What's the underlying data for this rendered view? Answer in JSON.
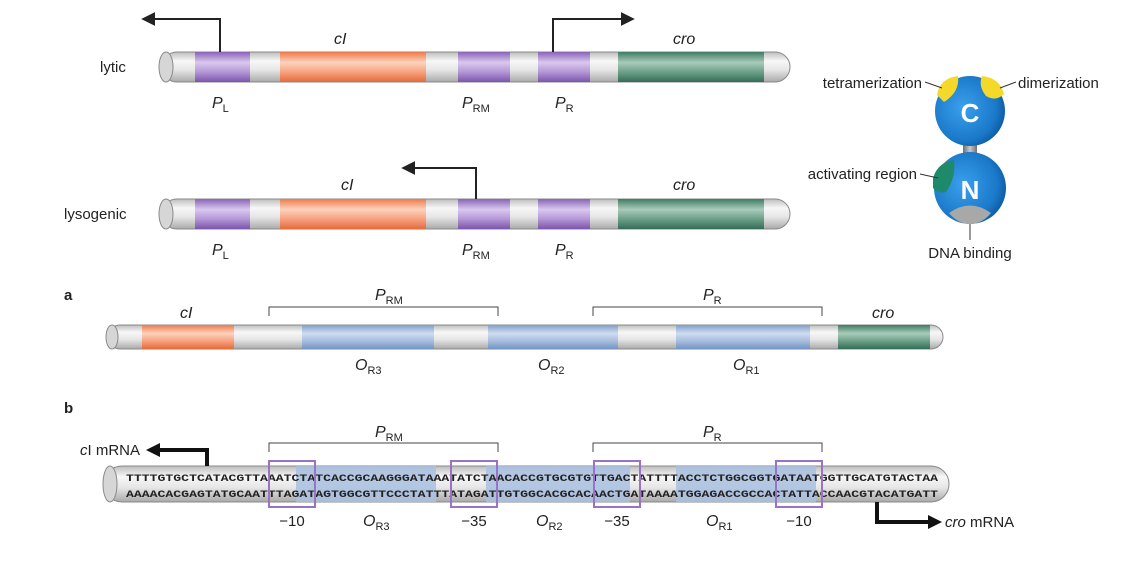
{
  "colors": {
    "promoter": "#9b7bc4",
    "cI_gene": "#f39266",
    "cro_gene": "#4f8c73",
    "operator": "#8fb0d8",
    "dna_tube": "#e8e8e8",
    "protein": "#1e7fd0",
    "domain_yellow": "#f5d92a",
    "domain_green": "#1e8a6a",
    "box": "#9a72c6"
  },
  "top_diagram": {
    "lytic": {
      "state_label": "lytic",
      "gene_cI": "cI",
      "gene_cro": "cro",
      "promoters": [
        {
          "P": "P",
          "sub": "L"
        },
        {
          "P": "P",
          "sub": "RM"
        },
        {
          "P": "P",
          "sub": "R"
        }
      ]
    },
    "lysogenic": {
      "state_label": "lysogenic",
      "gene_cI": "cI",
      "gene_cro": "cro",
      "promoters": [
        {
          "P": "P",
          "sub": "L"
        },
        {
          "P": "P",
          "sub": "RM"
        },
        {
          "P": "P",
          "sub": "R"
        }
      ]
    }
  },
  "repressor": {
    "c_domain": "C",
    "n_domain": "N",
    "labels": {
      "tetramerization": "tetramerization",
      "dimerization": "dimerization",
      "activating_region": "activating region",
      "dna_binding": "DNA binding"
    }
  },
  "panel_a": {
    "label": "a",
    "gene_cI": "cI",
    "gene_cro": "cro",
    "brackets": [
      {
        "P": "P",
        "sub": "RM"
      },
      {
        "P": "P",
        "sub": "R"
      }
    ],
    "operators": [
      {
        "O": "O",
        "sub": "R3"
      },
      {
        "O": "O",
        "sub": "R2"
      },
      {
        "O": "O",
        "sub": "R1"
      }
    ]
  },
  "panel_b": {
    "label": "b",
    "left_transcript": {
      "italic": "c",
      "text": "I mRNA"
    },
    "right_transcript": {
      "italic": "cro",
      "text": " mRNA"
    },
    "brackets": [
      {
        "P": "P",
        "sub": "RM"
      },
      {
        "P": "P",
        "sub": "R"
      }
    ],
    "top_strand": "TTTTGTGCTCATACGTTAAATCTATCACCGCAAGGGATAAATATCTAACACCGTGCGTGTTGACTATTTTACCTCTGGCGGTGATAATGGTTGCATGTACTAA",
    "bottom_strand": "AAAACACGAGTATGCAATTTAGATAGTGGCGTTCCCTATTTATAGATTGTGGCACGCACAACTGATAAAATGGAGACCGCCACTATTACCAACGTACATGATT",
    "box_labels": [
      "−10",
      "−35",
      "−35",
      "−10"
    ],
    "operators": [
      {
        "O": "O",
        "sub": "R3"
      },
      {
        "O": "O",
        "sub": "R2"
      },
      {
        "O": "O",
        "sub": "R1"
      }
    ]
  }
}
